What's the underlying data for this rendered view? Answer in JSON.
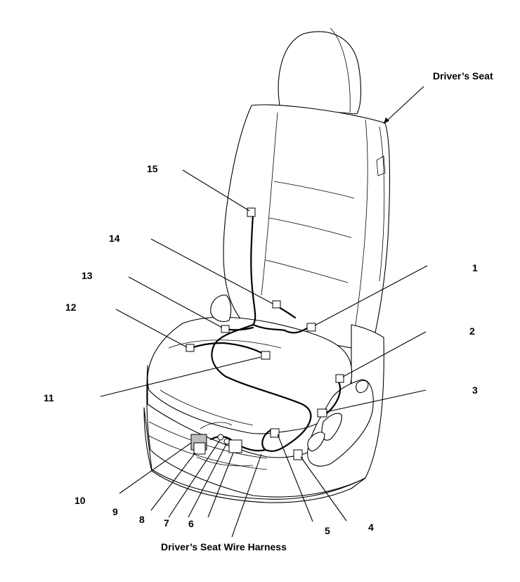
{
  "title_label": "Driver’s Seat",
  "harness_label": "Driver’s Seat Wire Harness",
  "callouts": {
    "c1": "1",
    "c2": "2",
    "c3": "3",
    "c4": "4",
    "c5": "5",
    "c6": "6",
    "c7": "7",
    "c8": "8",
    "c9": "9",
    "c10": "10",
    "c11": "11",
    "c12": "12",
    "c13": "13",
    "c14": "14",
    "c15": "15"
  }
}
